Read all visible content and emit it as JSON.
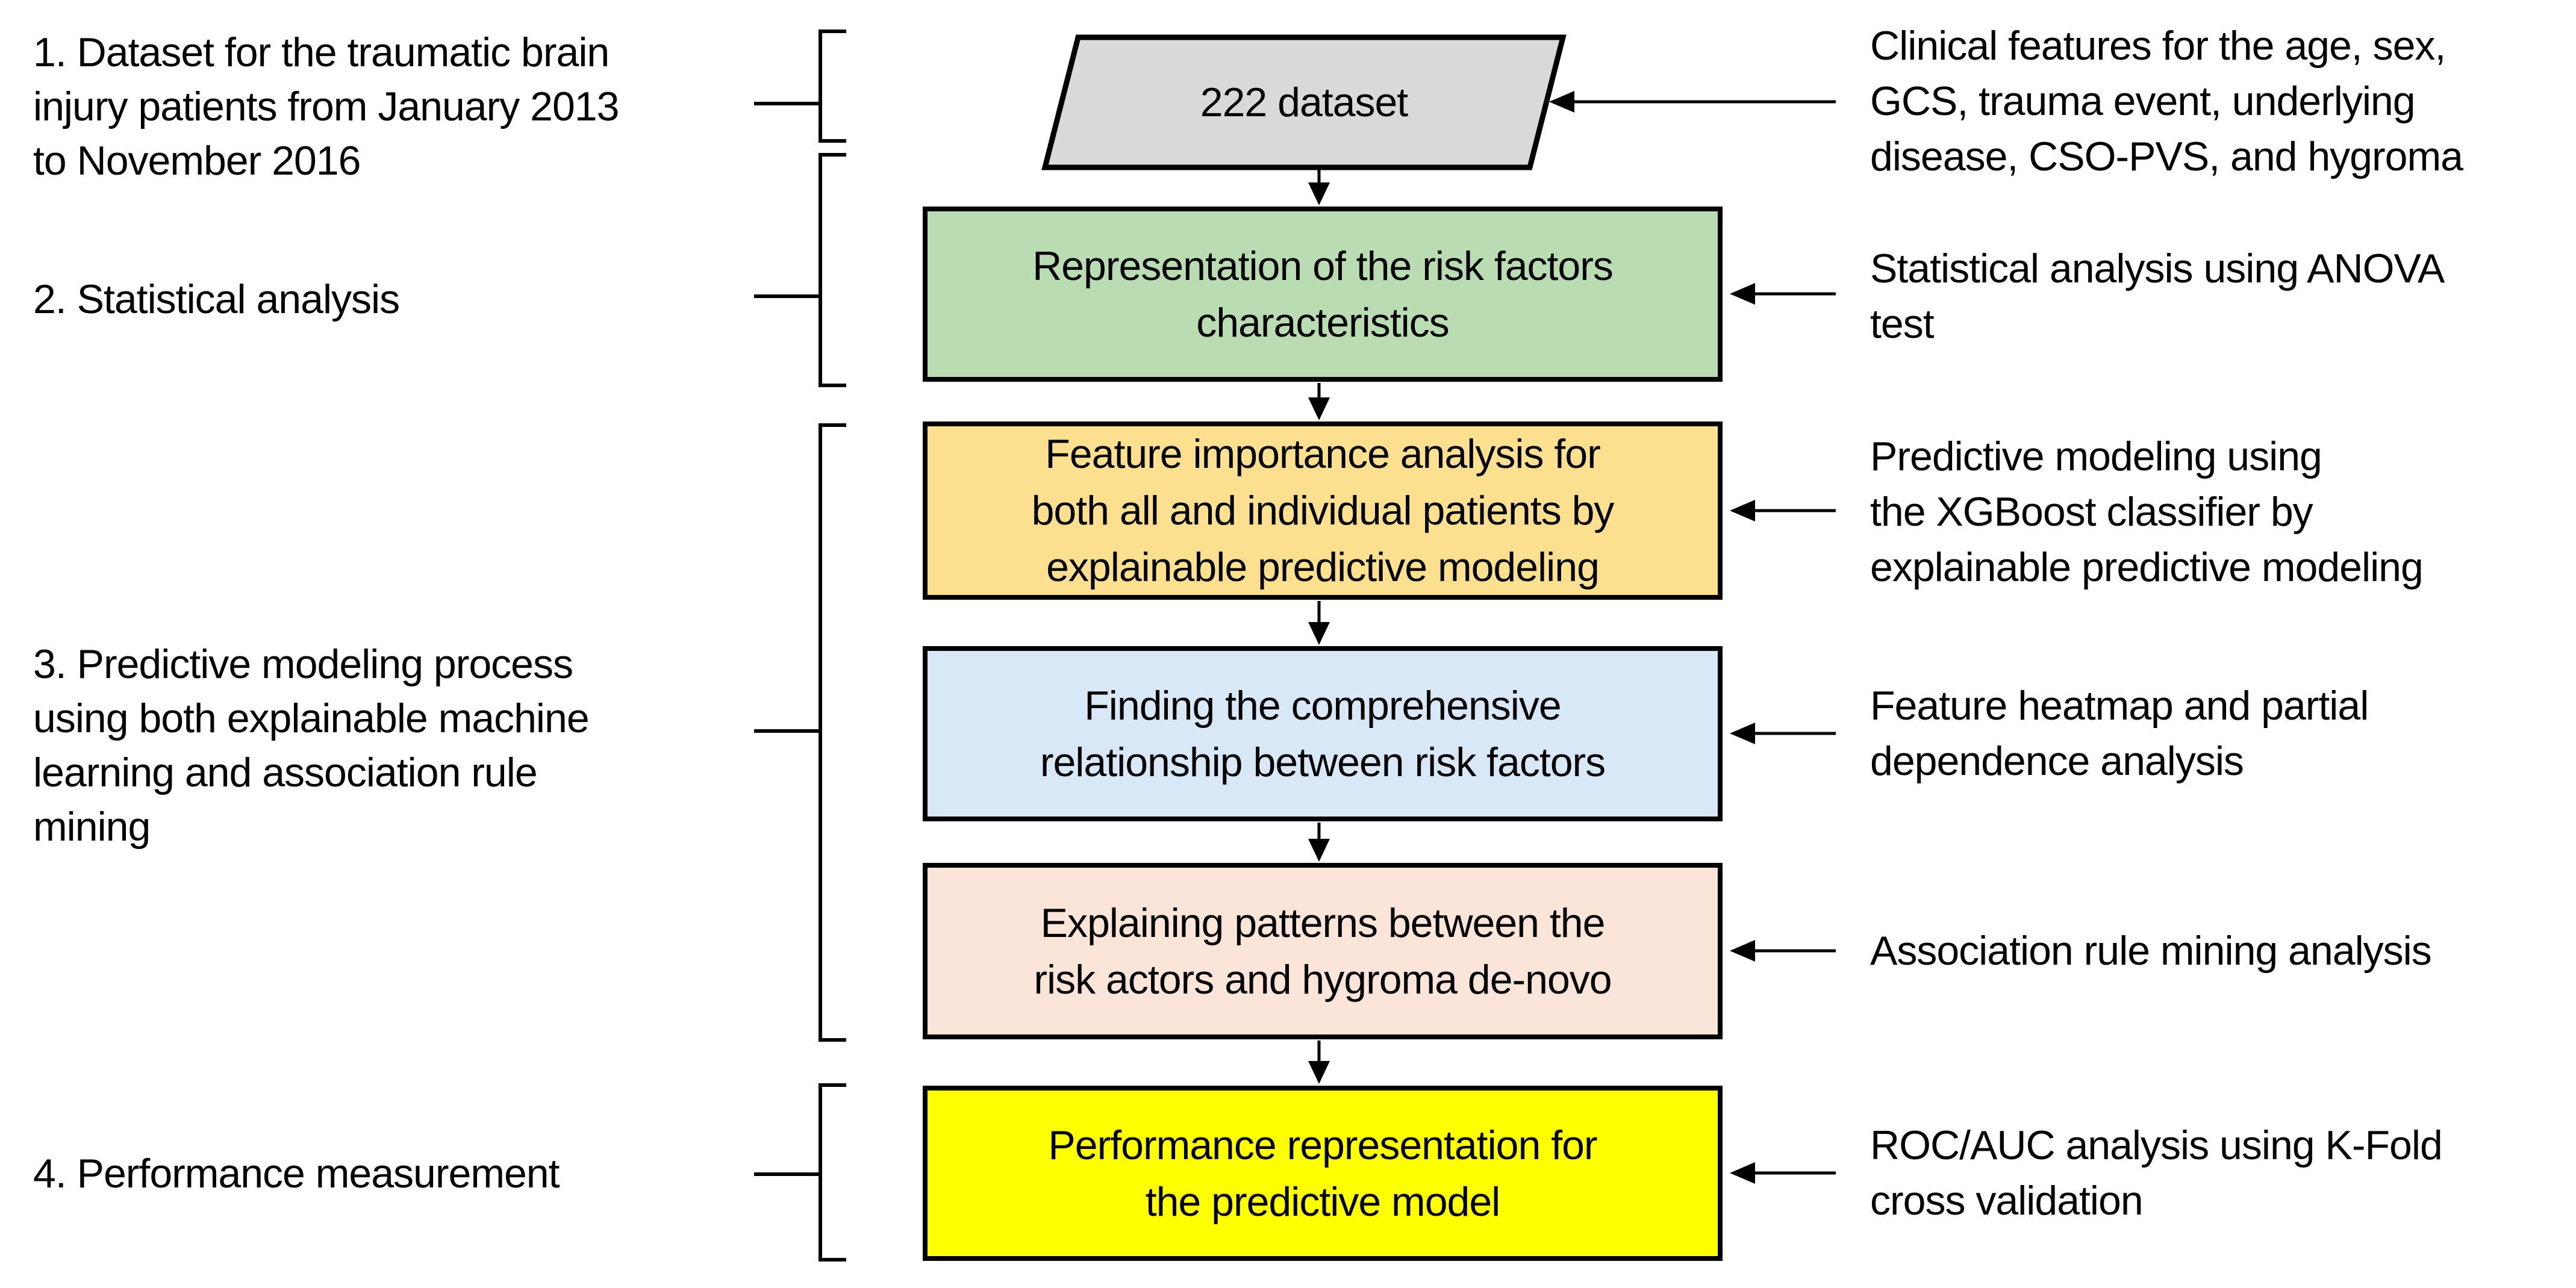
{
  "figure": {
    "kind": "flowchart",
    "stroke_color": "#000000",
    "background_color": "#ffffff"
  },
  "left_labels": [
    {
      "text": "1. Dataset for the traumatic brain\ninjury patients from January 2013\nto November 2016"
    },
    {
      "text": "2. Statistical analysis"
    },
    {
      "text": "3. Predictive modeling process\nusing both explainable machine\nlearning and association rule\nmining"
    },
    {
      "text": "4. Performance measurement"
    }
  ],
  "nodes": [
    {
      "type": "parallelogram",
      "text": "222 dataset",
      "fill": "#d9d9d9"
    },
    {
      "type": "process",
      "text": "Representation of the risk factors\ncharacteristics",
      "fill": "#b9dcb2"
    },
    {
      "type": "process",
      "text": "Feature importance analysis for\nboth all and individual patients by\nexplainable predictive modeling",
      "fill": "#fce08f"
    },
    {
      "type": "process",
      "text": "Finding the comprehensive\nrelationship between risk factors",
      "fill": "#d9e8f6"
    },
    {
      "type": "process",
      "text": "Explaining patterns between the\nrisk actors and hygroma de-novo",
      "fill": "#fbe4d8"
    },
    {
      "type": "process",
      "text": "Performance representation for\nthe predictive model",
      "fill": "#ffff00"
    }
  ],
  "annotations": [
    {
      "text": "Clinical features for the age, sex,\nGCS, trauma event, underlying\ndisease, CSO-PVS, and hygroma"
    },
    {
      "text": "Statistical analysis using ANOVA\ntest"
    },
    {
      "text": "Predictive modeling using\nthe XGBoost classifier by\nexplainable predictive modeling"
    },
    {
      "text": "Feature heatmap and partial\ndependence analysis"
    },
    {
      "text": "Association rule mining analysis"
    },
    {
      "text": "ROC/AUC analysis using K-Fold\ncross validation"
    }
  ]
}
